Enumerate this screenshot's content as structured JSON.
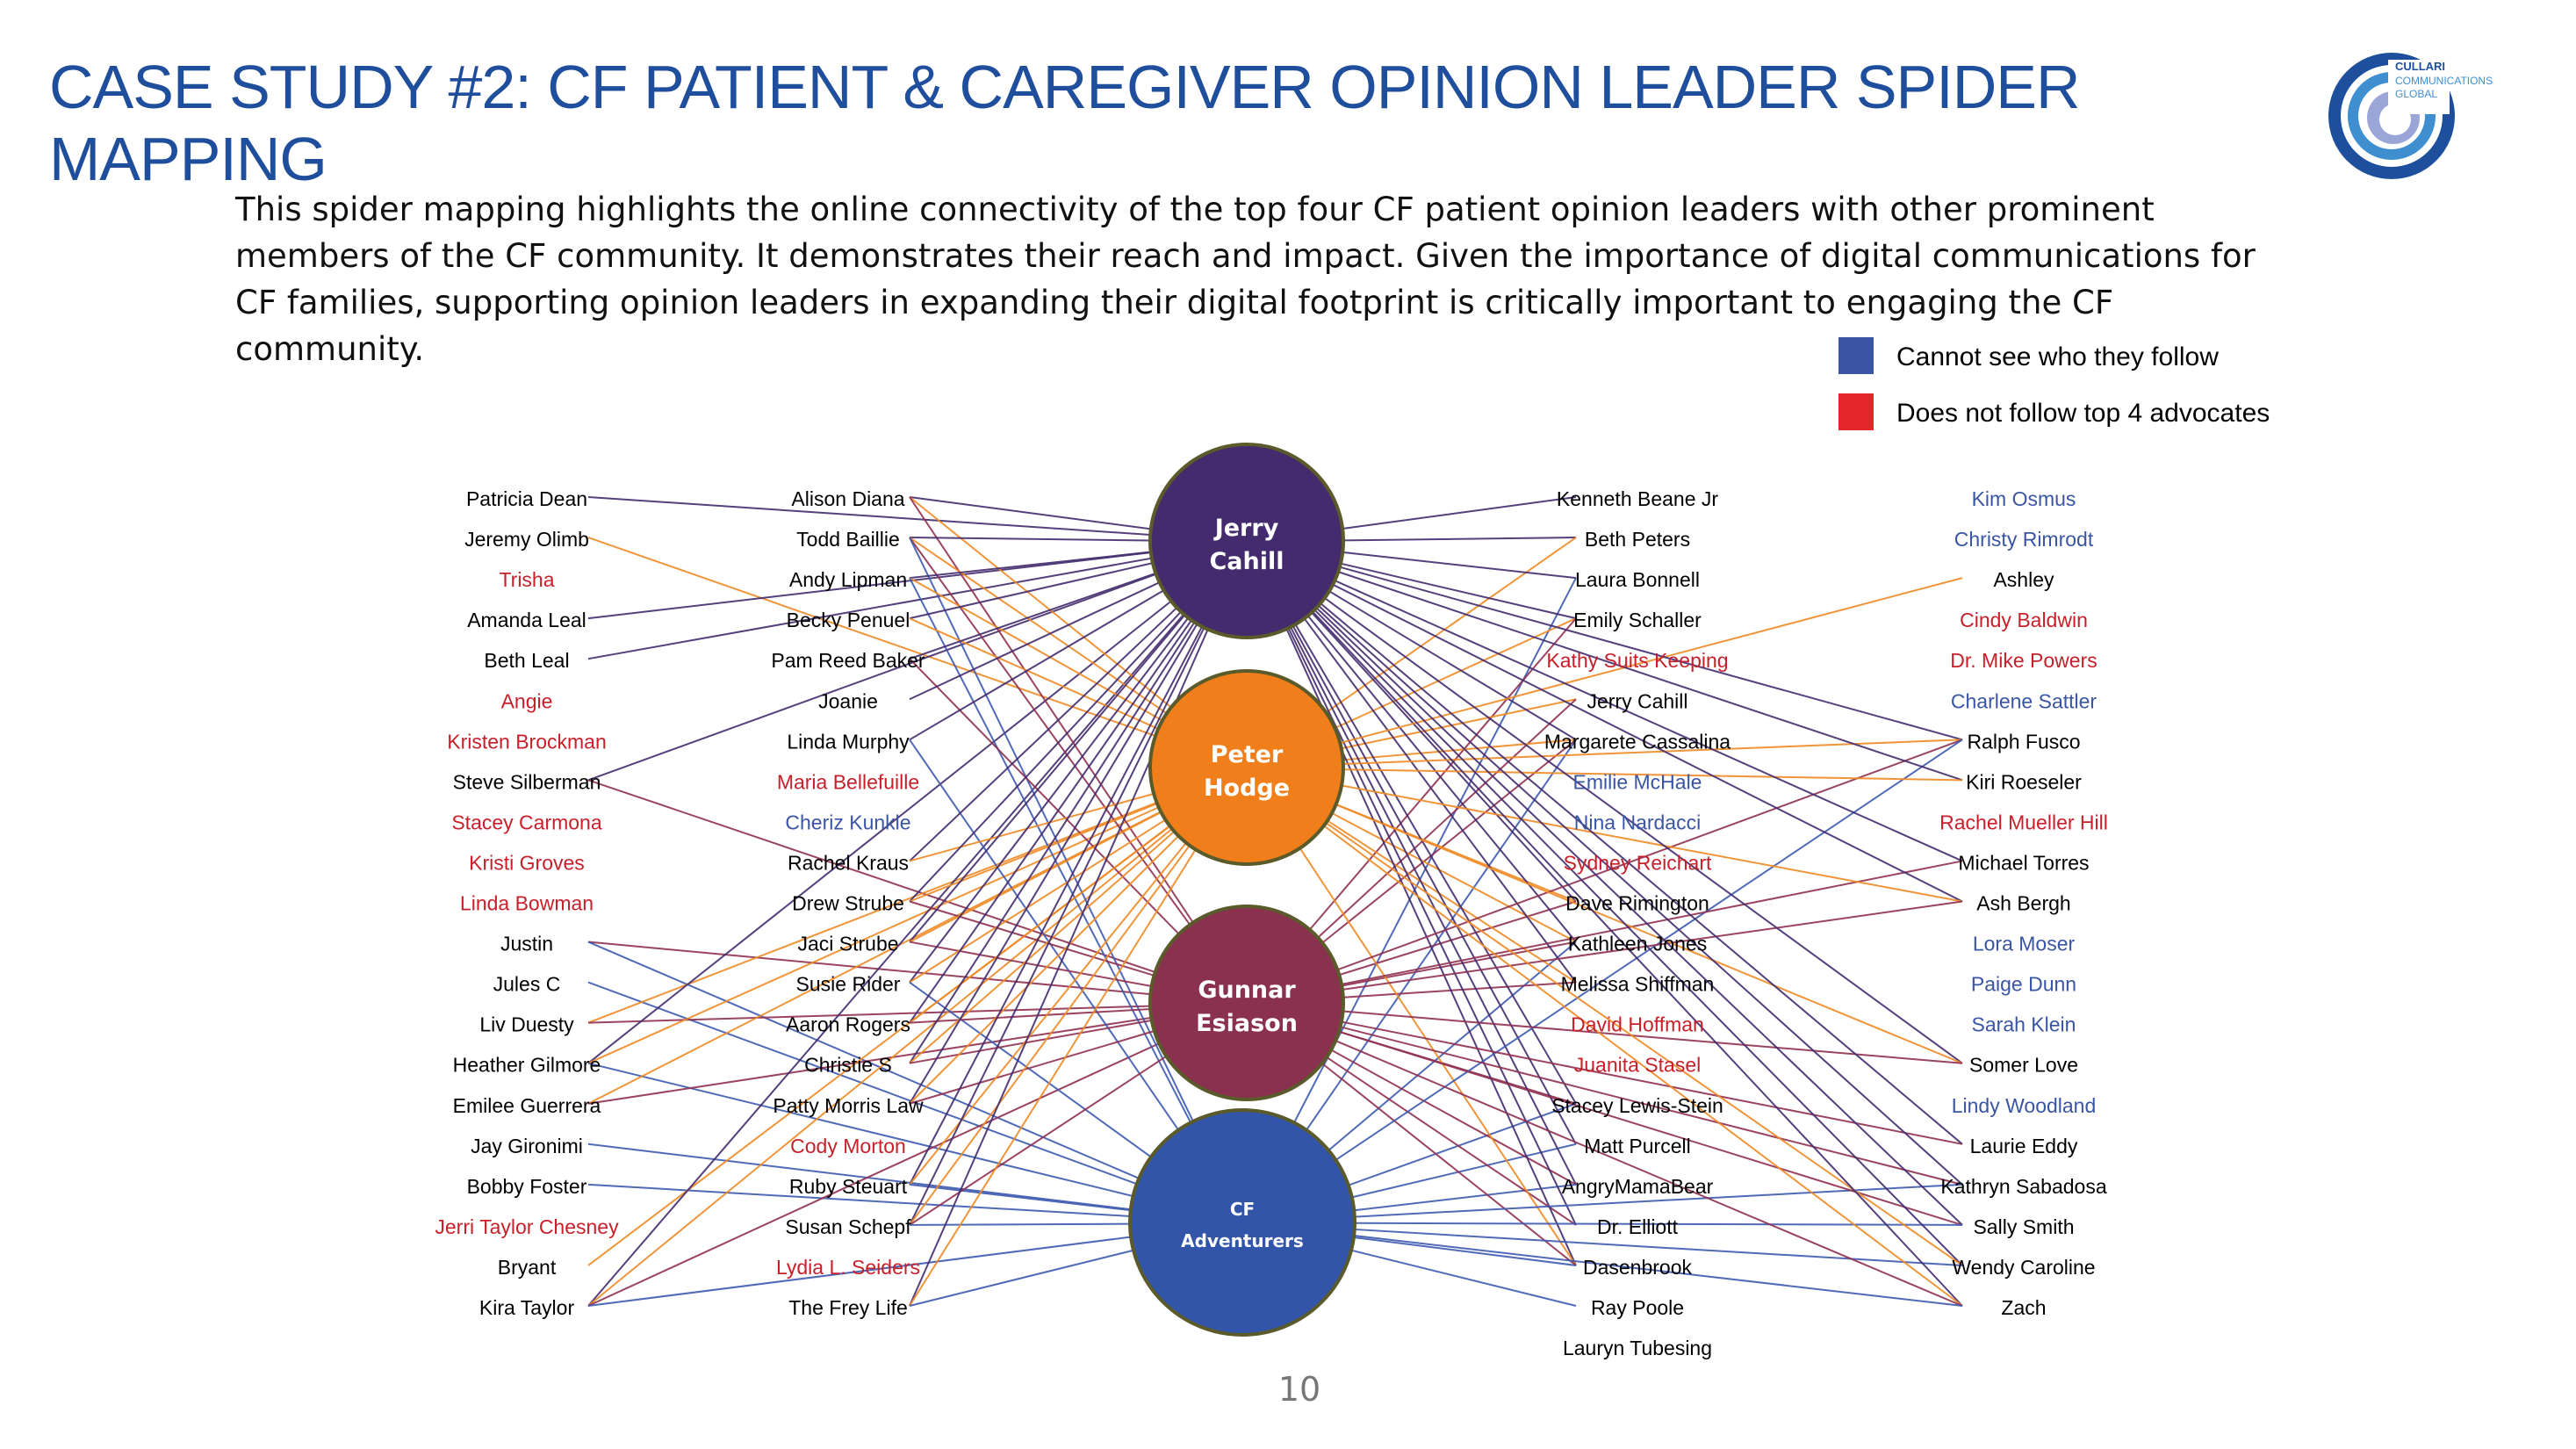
{
  "title": "CASE STUDY #2:  CF PATIENT & CAREGIVER OPINION LEADER SPIDER MAPPING",
  "intro": "This spider mapping highlights the online connectivity of the top four CF patient opinion leaders with other prominent members of the CF community. It demonstrates their reach and impact. Given the importance of digital communications for CF families, supporting opinion leaders in expanding their digital footprint is critically important to engaging the CF community.",
  "logo": {
    "line1": "CULLARI",
    "line2": "COMMUNICATIONS",
    "line3": "GLOBAL"
  },
  "legend": [
    {
      "label": "Cannot see who they follow",
      "color": "#3a55a4"
    },
    {
      "label": "Does not follow top 4 advocates",
      "color": "#e3262a"
    }
  ],
  "colors": {
    "black": "#000000",
    "red": "#c8202b",
    "blue": "#3a55a4"
  },
  "hubs": [
    {
      "line1": "Jerry",
      "line2": "Cahill",
      "color": "#432b6e",
      "edge": "#432b6e"
    },
    {
      "line1": "Peter",
      "line2": "Hodge",
      "color": "#f07f1b",
      "edge": "#ee8a24"
    },
    {
      "line1": "Gunnar",
      "line2": "Esiason",
      "color": "#8a3150",
      "edge": "#8f3050"
    },
    {
      "line1": "CF",
      "line2": "Adventurers",
      "color": "#3355a9",
      "edge": "#3d5ab0"
    }
  ],
  "columns": [
    [
      {
        "name": "Patricia Dean",
        "c": "black",
        "links": [
          0
        ]
      },
      {
        "name": "Jeremy Olimb",
        "c": "black",
        "links": [
          1
        ]
      },
      {
        "name": "Trisha",
        "c": "red",
        "links": []
      },
      {
        "name": "Amanda Leal",
        "c": "black",
        "links": [
          0
        ]
      },
      {
        "name": "Beth Leal",
        "c": "black",
        "links": [
          0
        ]
      },
      {
        "name": "Angie",
        "c": "red",
        "links": []
      },
      {
        "name": "Kristen Brockman",
        "c": "red",
        "links": []
      },
      {
        "name": "Steve Silberman",
        "c": "black",
        "links": [
          0,
          2
        ]
      },
      {
        "name": "Stacey Carmona",
        "c": "red",
        "links": []
      },
      {
        "name": "Kristi Groves",
        "c": "red",
        "links": []
      },
      {
        "name": "Linda Bowman",
        "c": "red",
        "links": []
      },
      {
        "name": "Justin",
        "c": "black",
        "links": [
          2,
          3
        ]
      },
      {
        "name": "Jules C",
        "c": "black",
        "links": [
          3
        ]
      },
      {
        "name": "Liv Duesty",
        "c": "black",
        "links": [
          1,
          2
        ]
      },
      {
        "name": "Heather Gilmore",
        "c": "black",
        "links": [
          0,
          1,
          3
        ]
      },
      {
        "name": "Emilee Guerrera",
        "c": "black",
        "links": [
          1,
          2
        ]
      },
      {
        "name": "Jay Gironimi",
        "c": "black",
        "links": [
          3
        ]
      },
      {
        "name": "Bobby Foster",
        "c": "black",
        "links": [
          3
        ]
      },
      {
        "name": "Jerri Taylor Chesney",
        "c": "red",
        "links": []
      },
      {
        "name": "Bryant",
        "c": "black",
        "links": [
          1
        ]
      },
      {
        "name": "Kira Taylor",
        "c": "black",
        "links": [
          0,
          1,
          2,
          3
        ]
      }
    ],
    [
      {
        "name": "Alison Diana",
        "c": "black",
        "links": [
          0,
          1,
          2
        ]
      },
      {
        "name": "Todd Baillie",
        "c": "black",
        "links": [
          0,
          1,
          2,
          3
        ]
      },
      {
        "name": "Andy Lipman",
        "c": "black",
        "links": [
          0,
          1,
          3
        ]
      },
      {
        "name": "Becky Penuel",
        "c": "black",
        "links": [
          0,
          1
        ]
      },
      {
        "name": "Pam Reed Baker",
        "c": "black",
        "links": [
          0,
          2
        ]
      },
      {
        "name": "Joanie",
        "c": "black",
        "links": [
          0
        ]
      },
      {
        "name": "Linda Murphy",
        "c": "black",
        "links": [
          0,
          3
        ]
      },
      {
        "name": "Maria Bellefuille",
        "c": "red",
        "links": []
      },
      {
        "name": "Cheriz Kunkle",
        "c": "blue",
        "links": []
      },
      {
        "name": "Rachel Kraus",
        "c": "black",
        "links": [
          0,
          1
        ]
      },
      {
        "name": "Drew Strube",
        "c": "black",
        "links": [
          0,
          1,
          2
        ]
      },
      {
        "name": "Jaci Strube",
        "c": "black",
        "links": [
          0,
          1,
          2
        ]
      },
      {
        "name": "Susie Rider",
        "c": "black",
        "links": [
          0,
          1,
          3
        ]
      },
      {
        "name": "Aaron Rogers",
        "c": "black",
        "links": [
          0,
          1,
          2
        ]
      },
      {
        "name": "Christie S",
        "c": "black",
        "links": [
          0,
          1,
          2
        ]
      },
      {
        "name": "Patty Morris Law",
        "c": "black",
        "links": [
          0,
          1,
          2
        ]
      },
      {
        "name": "Cody Morton",
        "c": "red",
        "links": []
      },
      {
        "name": "Ruby Steuart",
        "c": "black",
        "links": [
          0,
          1,
          3
        ]
      },
      {
        "name": "Susan Schepf",
        "c": "black",
        "links": [
          0,
          1,
          2,
          3
        ]
      },
      {
        "name": "Lydia L. Seiders",
        "c": "red",
        "links": []
      },
      {
        "name": "The Frey Life",
        "c": "black",
        "links": [
          0,
          1,
          3
        ]
      }
    ],
    [
      {
        "name": "Kenneth Beane Jr",
        "c": "black",
        "links": [
          0
        ]
      },
      {
        "name": "Beth Peters",
        "c": "black",
        "links": [
          0,
          1
        ]
      },
      {
        "name": "Laura Bonnell",
        "c": "black",
        "links": [
          0,
          3
        ]
      },
      {
        "name": "Emily Schaller",
        "c": "black",
        "links": [
          0,
          1,
          2
        ]
      },
      {
        "name": "Kathy Suits Keeping",
        "c": "red",
        "links": []
      },
      {
        "name": "Jerry Cahill",
        "c": "black",
        "links": [
          1,
          2
        ]
      },
      {
        "name": "Margarete Cassalina",
        "c": "black",
        "links": [
          0,
          1,
          2,
          3
        ]
      },
      {
        "name": "Emilie McHale",
        "c": "blue",
        "links": []
      },
      {
        "name": "Nina Nardacci",
        "c": "blue",
        "links": []
      },
      {
        "name": "Sydney Reichart",
        "c": "red",
        "links": []
      },
      {
        "name": "Dave Rimington",
        "c": "black",
        "links": [
          0,
          1,
          2
        ]
      },
      {
        "name": "Kathleen Jones",
        "c": "black",
        "links": [
          0,
          1,
          2,
          3
        ]
      },
      {
        "name": "Melissa Shiffman",
        "c": "black",
        "links": [
          0,
          1,
          2
        ]
      },
      {
        "name": "David Hoffman",
        "c": "red",
        "links": []
      },
      {
        "name": "Juanita Stasel",
        "c": "red",
        "links": []
      },
      {
        "name": "Stacey Lewis-Stein",
        "c": "black",
        "links": [
          0,
          2,
          3
        ]
      },
      {
        "name": "Matt Purcell",
        "c": "black",
        "links": [
          0,
          3
        ]
      },
      {
        "name": "AngryMamaBear",
        "c": "black",
        "links": [
          0,
          2,
          3
        ]
      },
      {
        "name": "Dr. Elliott",
        "c": "black",
        "links": [
          0,
          2
        ]
      },
      {
        "name": "Dasenbrook",
        "c": "black",
        "links": [
          0,
          1,
          2,
          3
        ]
      },
      {
        "name": "Ray Poole",
        "c": "black",
        "links": [
          3
        ]
      },
      {
        "name": "Lauryn Tubesing",
        "c": "black",
        "links": []
      }
    ],
    [
      {
        "name": "Kim Osmus",
        "c": "blue",
        "links": []
      },
      {
        "name": "Christy Rimrodt",
        "c": "blue",
        "links": []
      },
      {
        "name": "Ashley",
        "c": "black",
        "links": [
          1
        ]
      },
      {
        "name": "Cindy Baldwin",
        "c": "red",
        "links": []
      },
      {
        "name": "Dr. Mike Powers",
        "c": "red",
        "links": []
      },
      {
        "name": "Charlene Sattler",
        "c": "blue",
        "links": []
      },
      {
        "name": "Ralph Fusco",
        "c": "black",
        "links": [
          0,
          1,
          2,
          3
        ]
      },
      {
        "name": "Kiri Roeseler",
        "c": "black",
        "links": [
          0,
          1
        ]
      },
      {
        "name": "Rachel Mueller Hill",
        "c": "red",
        "links": []
      },
      {
        "name": "Michael Torres",
        "c": "black",
        "links": [
          0,
          2
        ]
      },
      {
        "name": "Ash Bergh",
        "c": "black",
        "links": [
          0,
          1,
          2
        ]
      },
      {
        "name": "Lora Moser",
        "c": "blue",
        "links": []
      },
      {
        "name": "Paige Dunn",
        "c": "blue",
        "links": []
      },
      {
        "name": "Sarah Klein",
        "c": "blue",
        "links": []
      },
      {
        "name": "Somer Love",
        "c": "black",
        "links": [
          0,
          1,
          2
        ]
      },
      {
        "name": "Lindy Woodland",
        "c": "blue",
        "links": []
      },
      {
        "name": "Laurie Eddy",
        "c": "black",
        "links": [
          0,
          2
        ]
      },
      {
        "name": "Kathryn Sabadosa",
        "c": "black",
        "links": [
          0,
          2,
          3
        ]
      },
      {
        "name": "Sally Smith",
        "c": "black",
        "links": [
          0,
          2,
          3
        ]
      },
      {
        "name": "Wendy Caroline",
        "c": "black",
        "links": [
          0,
          1,
          3
        ]
      },
      {
        "name": "Zach",
        "c": "black",
        "links": [
          0,
          1,
          2,
          3
        ]
      }
    ]
  ],
  "page_number": "10"
}
